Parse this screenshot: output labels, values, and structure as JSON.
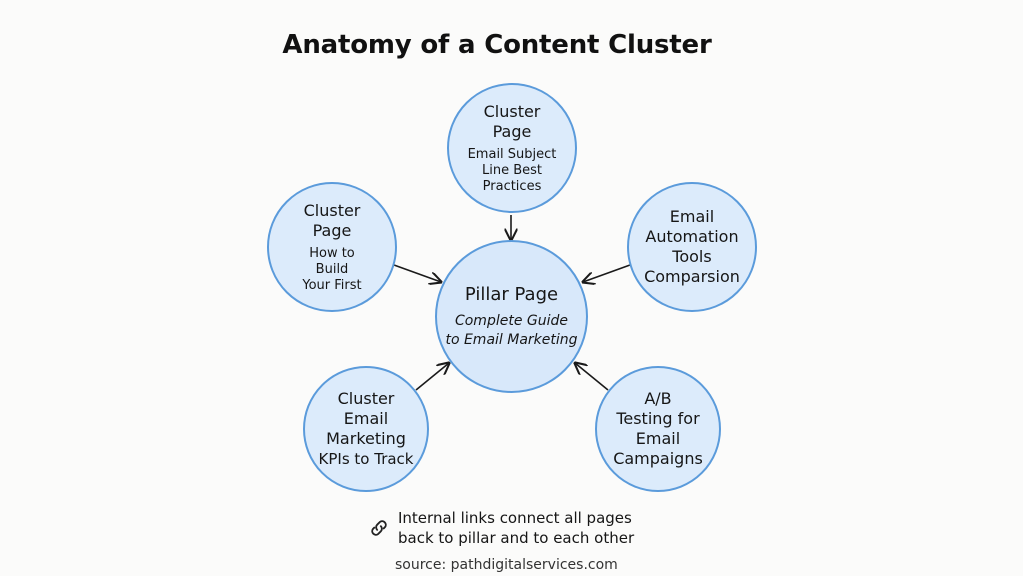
{
  "title": "Anatomy of a Content Cluster",
  "pillar": {
    "heading": "Pillar Page",
    "subtitle_lines": [
      "Complete Guide",
      "to Email Marketing"
    ]
  },
  "clusters": [
    {
      "id": "top",
      "heading_lines": [
        "Cluster",
        "Page"
      ],
      "sub_lines": [
        "Email Subject",
        "Line Best",
        "Practices"
      ]
    },
    {
      "id": "left",
      "heading_lines": [
        "Cluster",
        "Page"
      ],
      "sub_lines": [
        "How to",
        "Build",
        "Your First"
      ]
    },
    {
      "id": "right",
      "heading_lines": [
        "Email",
        "Automation",
        "Tools",
        "Comparsion"
      ],
      "sub_lines": []
    },
    {
      "id": "bottom-left",
      "heading_lines": [
        "Cluster",
        "Email",
        "Marketing"
      ],
      "sub_lines": [
        "KPIs to Track"
      ]
    },
    {
      "id": "bottom-right",
      "heading_lines": [
        "A/B",
        "Testing for",
        "Email",
        "Campaigns"
      ],
      "sub_lines": []
    }
  ],
  "note": {
    "icon": "link-icon",
    "lines": [
      "Internal links connect all pages",
      "back to pillar and to each other"
    ]
  },
  "source": "source: pathdigitalservices.com",
  "colors": {
    "node_fill": "#dcebfb",
    "node_border": "#5b9bdb",
    "arrow": "#1a1a1a",
    "text": "#161616"
  }
}
